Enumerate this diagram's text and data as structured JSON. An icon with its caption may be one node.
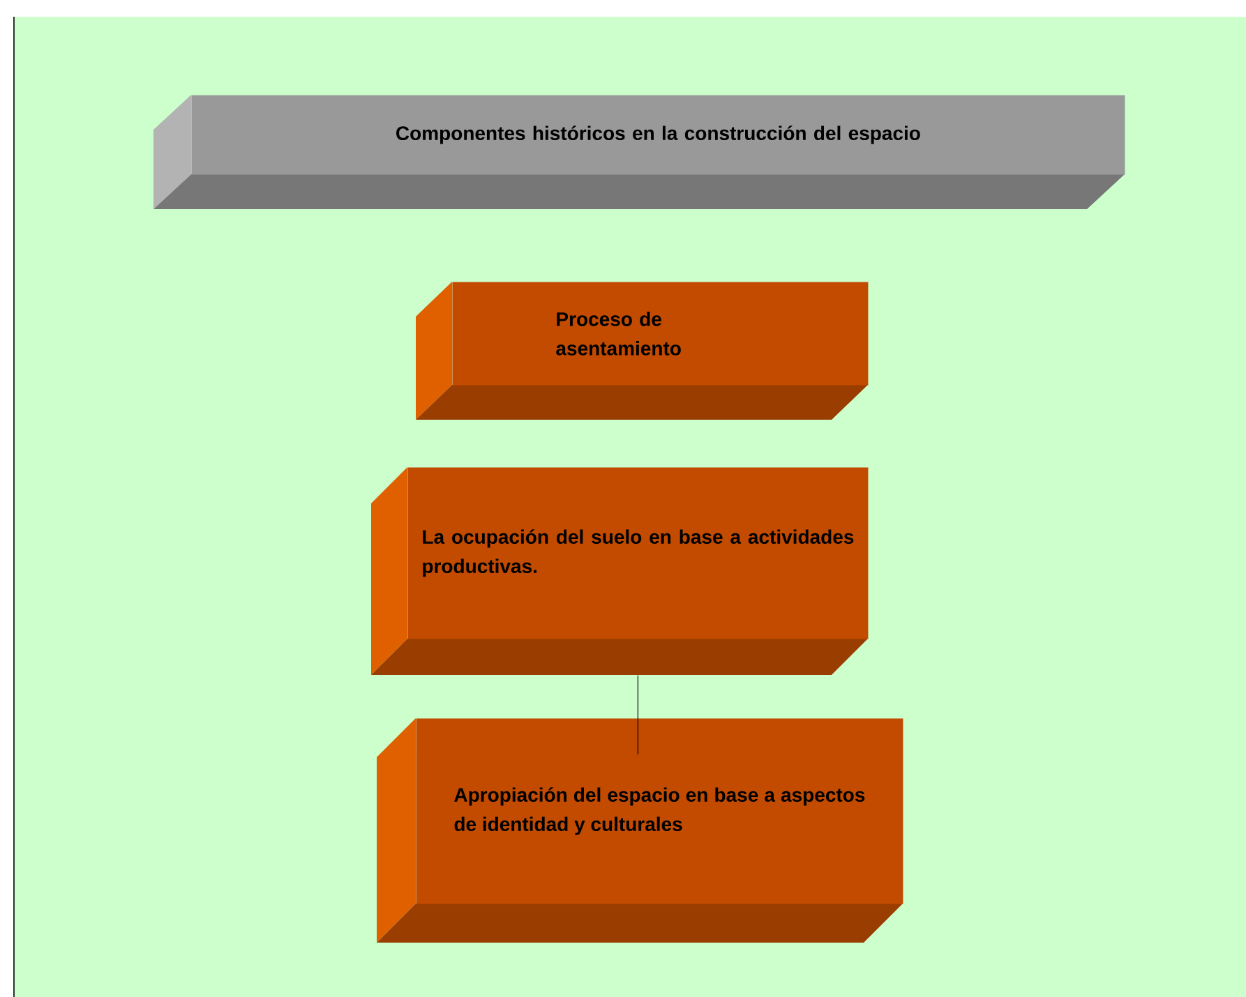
{
  "diagram": {
    "nodes": [
      {
        "text": [
          "Componentes históricos en la construcción del espacio"
        ]
      },
      {
        "text": [
          "Proceso de asentamiento"
        ]
      },
      {
        "text": [
          "La ocupación del suelo en base a actividades productivas."
        ]
      },
      {
        "text": [
          "Apropiación del espacio en base a aspectos de identidad y culturales"
        ]
      }
    ],
    "edges": [
      {
        "from": 2,
        "to": 3,
        "arrow": "none"
      }
    ]
  }
}
